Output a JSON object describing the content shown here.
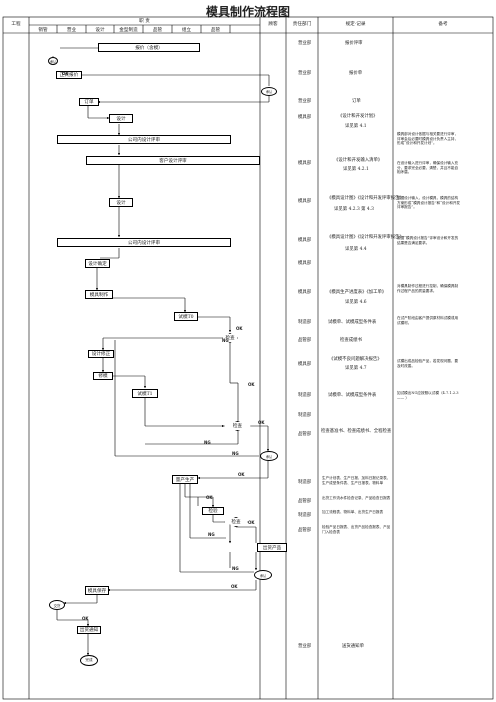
{
  "title": "模具制作流程图",
  "header": {
    "col_process": "工程",
    "col_duty_group": "职  责",
    "duty_sub": [
      "销管",
      "营业",
      "设计",
      "金型制造",
      "品管",
      "组立",
      "品管"
    ],
    "col_customer": "顾客",
    "col_dept": "责任部门",
    "col_spec": "规定·记录",
    "col_note": "备考"
  },
  "rows": [
    {
      "dept": "营业部",
      "spec": [
        "报价评审"
      ],
      "note": ""
    },
    {
      "dept": "营业部",
      "spec": [
        "报价单"
      ],
      "note": ""
    },
    {
      "dept": "营业部",
      "spec": [
        "订单"
      ],
      "note": ""
    },
    {
      "dept": "模具部",
      "spec": [
        "《设计和开发计划》",
        "详见第 4.1"
      ],
      "note": "模具部对设计依据与相关要进行评审，评审会后必要时模具设计负责人主持，形成“设计和开发计划”。"
    },
    {
      "dept": "模具部",
      "spec": [
        "《设计和开发输入清单》",
        "详见第 4.2.1"
      ],
      "note": "在设计输入进行评审，确保设计输入充分，要求完全必要，清楚，并且不能自相矛盾。"
    },
    {
      "dept": "模具部",
      "spec": [
        "《模具设计图》《设计和开发评审报告》",
        "详见第 4.2.3 第 4.3"
      ],
      "note": "根据设计输入，设计模具，模具的结构方案形成“模具设计报告”和“设计和开发评审报告”。"
    },
    {
      "dept": "模具部",
      "spec": [
        "《模具设计图》《设计和开发评审报告》",
        "详见第 4.4"
      ],
      "note": "根据“模具设计报告”评审设计和开发的结果是否满足要求。"
    },
    {
      "dept": "模具部",
      "spec": [],
      "note": ""
    },
    {
      "dept": "模具部",
      "spec": [
        "《模具生产进度表》《加工单》",
        "详见第 4.6"
      ],
      "note": "对模具制作过程进行控制，确保模具制作过程产品的质量要求。"
    },
    {
      "dept": "制造部",
      "spec": [
        "试模单、试模成型条件表"
      ],
      "note": "在试产阶段由客户提供原材料试模或用试模材。"
    },
    {
      "dept": "品管部",
      "spec": [
        "检查成绩书"
      ],
      "note": ""
    },
    {
      "dept": "模具部",
      "spec": [
        "《试模不良问题解决报告》",
        "详见第 4.7"
      ],
      "note": "试模出成品检验产品，若发现问题，要及时改善。"
    },
    {
      "dept": "制造部",
      "spec": [
        "试模单、试模成型条件表"
      ],
      "note": "如试模出NG应按照以试模（4.7.1.2.3 —— ）"
    },
    {
      "dept": "制造部",
      "spec": [],
      "note": ""
    },
    {
      "dept": "品管部",
      "spec": [
        "检查基准书、检查成绩书、全程检查"
      ],
      "note": ""
    },
    {
      "dept": "制造部",
      "spec": [
        "生产计划表、生产日报、加料日报记录表、生产成型条件表、生产日报表、物料单"
      ],
      "note": ""
    },
    {
      "dept": "品管部",
      "spec": [
        "出货工作流水件检查记录、产品检查日报表"
      ],
      "note": ""
    },
    {
      "dept": "制造部",
      "spec": [
        "加工流程表、物料单、出货生产日报表"
      ],
      "note": ""
    },
    {
      "dept": "品管部",
      "spec": [
        "检验产品日报表、出货产品检查报表、产品门入检查表"
      ],
      "note": ""
    },
    {
      "dept": "营业部",
      "spec": [
        "送货通知单"
      ],
      "note": ""
    }
  ],
  "flow": {
    "quote": "报价（含模）",
    "order_formal": "正式报价",
    "approve": "承认",
    "order_recv": "订单",
    "design1": "设计",
    "internal_review1": "公司内设计评审",
    "customer_review": "客户设计评审",
    "design2": "设计",
    "internal_review2": "公司内设计评审",
    "design_confirm": "设计确定",
    "mold_make": "模具制作",
    "trial_t0": "试模T0",
    "inspect1": "检查",
    "design_change": "设计修正",
    "repair": "修模",
    "trial_t1": "试模T1",
    "inspect2": "检查",
    "approve2": "承认",
    "production": "量产生产",
    "inspect3": "检验",
    "inspect4": "检查",
    "shipment": "出货产品",
    "approve3": "承认",
    "mold_keep": "模具保存",
    "deliver": "交货",
    "notify": "出货通知",
    "end": "完成",
    "ok": "OK",
    "ng": "NG"
  }
}
